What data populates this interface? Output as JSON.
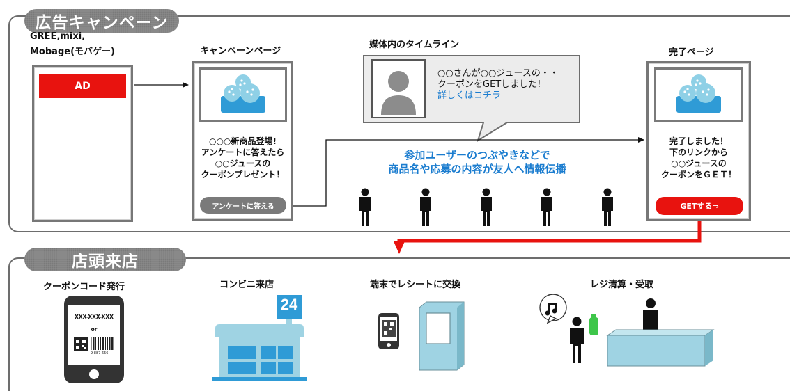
{
  "sections": {
    "campaign": {
      "title": "広告キャンペーン"
    },
    "store": {
      "title": "店頭来店"
    }
  },
  "ad_media": {
    "label_line1": "GREE,mixi,",
    "label_line2": "Mobage(モバゲー)",
    "ad_label": "AD"
  },
  "campaign_page": {
    "title": "キャンペーンページ",
    "body": "○○○新商品登場!\nアンケートに答えたら\n○○ジュースの\nクーポンプレゼント！",
    "button": "アンケートに答える"
  },
  "timeline": {
    "title": "媒体内のタイムライン",
    "line1": "○○さんが○○ジュースの・・",
    "line2": "クーポンをGETしました!",
    "link": "詳しくはコチラ"
  },
  "spread": {
    "text": "参加ユーザーのつぶやきなどで\n商品名や応募の内容が友人へ情報伝播"
  },
  "complete_page": {
    "title": "完了ページ",
    "body": "完了しました！\n下のリンクから\n○○ジュースの\nクーポンをＧＥＴ！",
    "button": "GETする⇒"
  },
  "store_steps": {
    "coupon": {
      "title": "クーポンコード発行",
      "code": "XXX-XXX-XXX",
      "or": "or",
      "barcode_digits": "9 887 656"
    },
    "convenience": {
      "title": "コンビニ来店",
      "sign": "24"
    },
    "terminal": {
      "title": "端末でレシートに交換"
    },
    "register": {
      "title": "レジ清算・受取"
    }
  },
  "colors": {
    "frame": "#6d6d6d",
    "tab": "#8c8c8c",
    "red": "#e8130f",
    "blue_text": "#1a7ccf",
    "water": "#2f9bd6",
    "light_blue": "#9fd3e3"
  }
}
